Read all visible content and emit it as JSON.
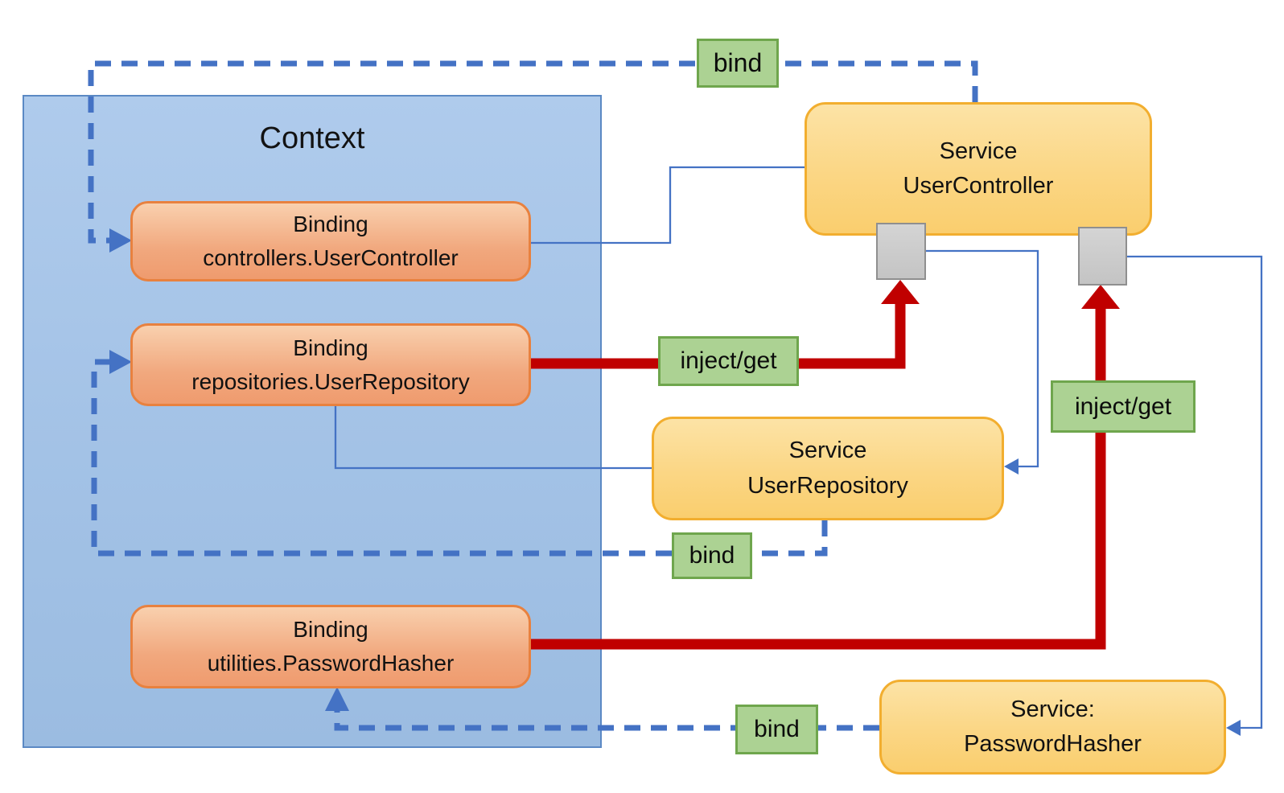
{
  "diagram": {
    "context": {
      "title": "Context"
    },
    "bindings": [
      {
        "line1": "Binding",
        "line2": "controllers.UserController"
      },
      {
        "line1": "Binding",
        "line2": "repositories.UserRepository"
      },
      {
        "line1": "Binding",
        "line2": "utilities.PasswordHasher"
      }
    ],
    "services": [
      {
        "line1": "Service",
        "line2": "UserController"
      },
      {
        "line1": "Service",
        "line2": "UserRepository"
      },
      {
        "line1": "Service:",
        "line2": "PasswordHasher"
      }
    ],
    "labels": {
      "bind_top": "bind",
      "bind_middle": "bind",
      "bind_bottom": "bind",
      "inject_get_left": "inject/get",
      "inject_get_right": "inject/get"
    },
    "colors": {
      "context_fill": "#A3C2E6",
      "context_border": "#5B89C4",
      "binding_fill": "#F1A87E",
      "binding_border": "#E8813F",
      "service_fill": "#FBD684",
      "service_border": "#F2AE2F",
      "label_fill": "#ACD293",
      "label_border": "#6FA64D",
      "slot_fill": "#C9C9C9",
      "slot_border": "#8F8F8F",
      "bind_line_blue": "#4472C4",
      "inject_line_red": "#C00000",
      "text": "#111111"
    }
  }
}
